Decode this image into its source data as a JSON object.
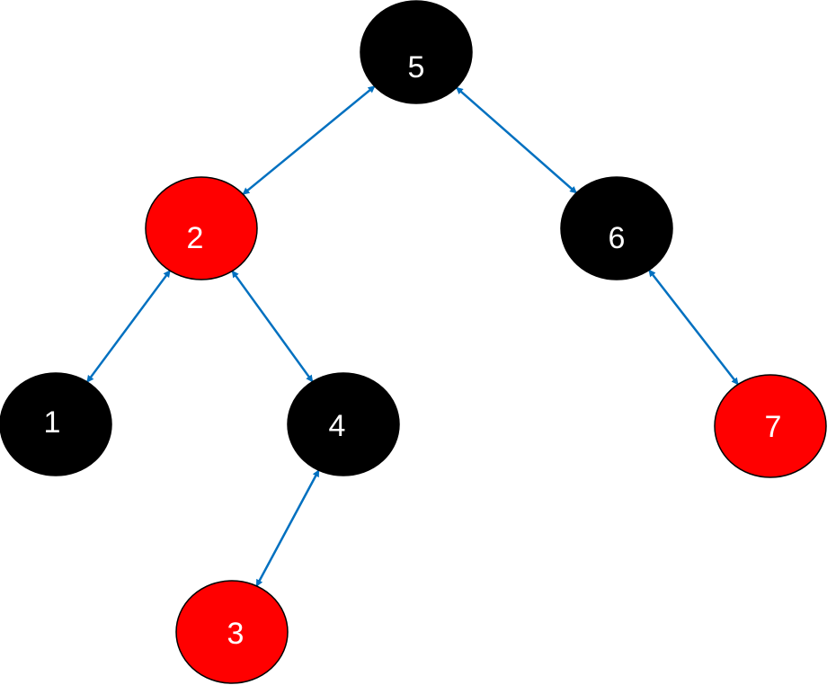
{
  "colors": {
    "black_node": "#000000",
    "red_node": "#ff0000",
    "node_text": "#ffffff",
    "edge": "#0070c0"
  },
  "tree": {
    "nodes": [
      {
        "id": "n5",
        "label": "5",
        "color": "black"
      },
      {
        "id": "n2",
        "label": "2",
        "color": "red"
      },
      {
        "id": "n6",
        "label": "6",
        "color": "black"
      },
      {
        "id": "n1",
        "label": "1",
        "color": "black"
      },
      {
        "id": "n4",
        "label": "4",
        "color": "black"
      },
      {
        "id": "n7",
        "label": "7",
        "color": "red"
      },
      {
        "id": "n3",
        "label": "3",
        "color": "red"
      }
    ],
    "edges": [
      {
        "from": "n5",
        "to": "n2",
        "style": "double-arrow"
      },
      {
        "from": "n5",
        "to": "n6",
        "style": "double-arrow"
      },
      {
        "from": "n2",
        "to": "n1",
        "style": "double-arrow"
      },
      {
        "from": "n2",
        "to": "n4",
        "style": "double-arrow"
      },
      {
        "from": "n6",
        "to": "n7",
        "style": "double-arrow"
      },
      {
        "from": "n4",
        "to": "n3",
        "style": "double-arrow"
      }
    ]
  }
}
